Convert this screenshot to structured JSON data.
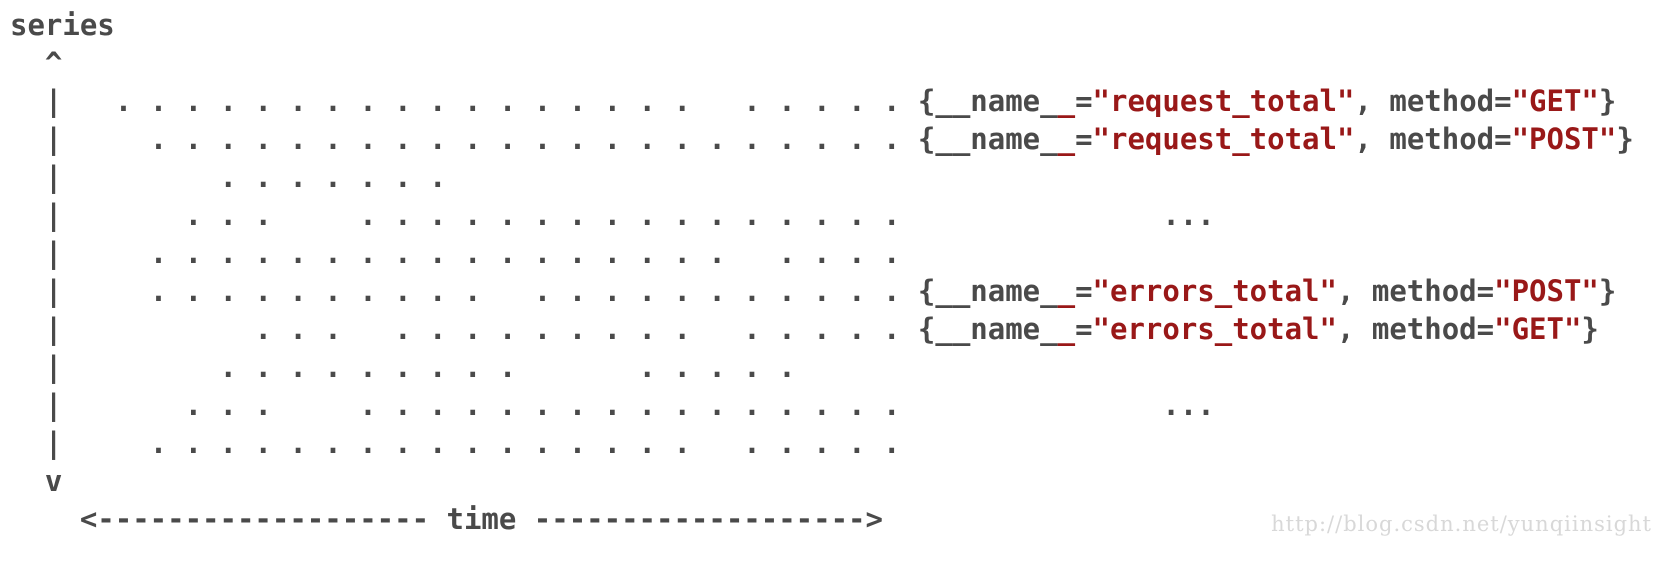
{
  "colors": {
    "ink": "#4a4a4a",
    "accent": "#991818",
    "watermark": "#d8d8d8"
  },
  "diagram": {
    "series_axis_label": "series",
    "arrow_up": "^",
    "axis_char": "|",
    "arrow_down": "v",
    "dot": ".",
    "grid_cols": 23,
    "rows": [
      {
        "runs": [
          [
            0,
            16
          ],
          [
            18,
            22
          ]
        ],
        "label": [
          [
            "{__name_",
            "ink"
          ],
          [
            "_",
            "accent"
          ],
          [
            "=",
            "ink"
          ],
          [
            "\"request_total\"",
            "accent"
          ],
          [
            ", method=",
            "ink"
          ],
          [
            "\"GET\"",
            "accent"
          ],
          [
            "}",
            "ink"
          ]
        ]
      },
      {
        "runs": [
          [
            1,
            22
          ]
        ],
        "label": [
          [
            "{__name_",
            "ink"
          ],
          [
            "_",
            "accent"
          ],
          [
            "=",
            "ink"
          ],
          [
            "\"request_total\"",
            "accent"
          ],
          [
            ", method=",
            "ink"
          ],
          [
            "\"POST\"",
            "accent"
          ],
          [
            "}",
            "ink"
          ]
        ]
      },
      {
        "runs": [
          [
            3,
            9
          ]
        ],
        "label": []
      },
      {
        "runs": [
          [
            2,
            4
          ],
          [
            7,
            22
          ]
        ],
        "label": [
          [
            "              ...",
            "ink"
          ]
        ]
      },
      {
        "runs": [
          [
            1,
            17
          ],
          [
            19,
            22
          ]
        ],
        "label": []
      },
      {
        "runs": [
          [
            1,
            10
          ],
          [
            12,
            22
          ]
        ],
        "label": [
          [
            "{__name_",
            "ink"
          ],
          [
            "_",
            "accent"
          ],
          [
            "=",
            "ink"
          ],
          [
            "\"errors_total\"",
            "accent"
          ],
          [
            ", method=",
            "ink"
          ],
          [
            "\"POST\"",
            "accent"
          ],
          [
            "}",
            "ink"
          ]
        ]
      },
      {
        "runs": [
          [
            4,
            6
          ],
          [
            8,
            16
          ],
          [
            18,
            22
          ]
        ],
        "label": [
          [
            "{__name_",
            "ink"
          ],
          [
            "_",
            "accent"
          ],
          [
            "=",
            "ink"
          ],
          [
            "\"errors_total\"",
            "accent"
          ],
          [
            ", method=",
            "ink"
          ],
          [
            "\"GET\"",
            "accent"
          ],
          [
            "}",
            "ink"
          ]
        ]
      },
      {
        "runs": [
          [
            3,
            11
          ],
          [
            15,
            19
          ]
        ],
        "label": []
      },
      {
        "runs": [
          [
            2,
            4
          ],
          [
            7,
            22
          ]
        ],
        "label": [
          [
            "              ...",
            "ink"
          ]
        ]
      },
      {
        "runs": [
          [
            1,
            16
          ],
          [
            18,
            22
          ]
        ],
        "label": []
      }
    ],
    "time_axis": {
      "left_arrow": "<",
      "dashes": 19,
      "label": "time",
      "right_arrow": ">"
    }
  },
  "watermark": {
    "text": "http://blog.csdn.net/yunqiinsight"
  }
}
